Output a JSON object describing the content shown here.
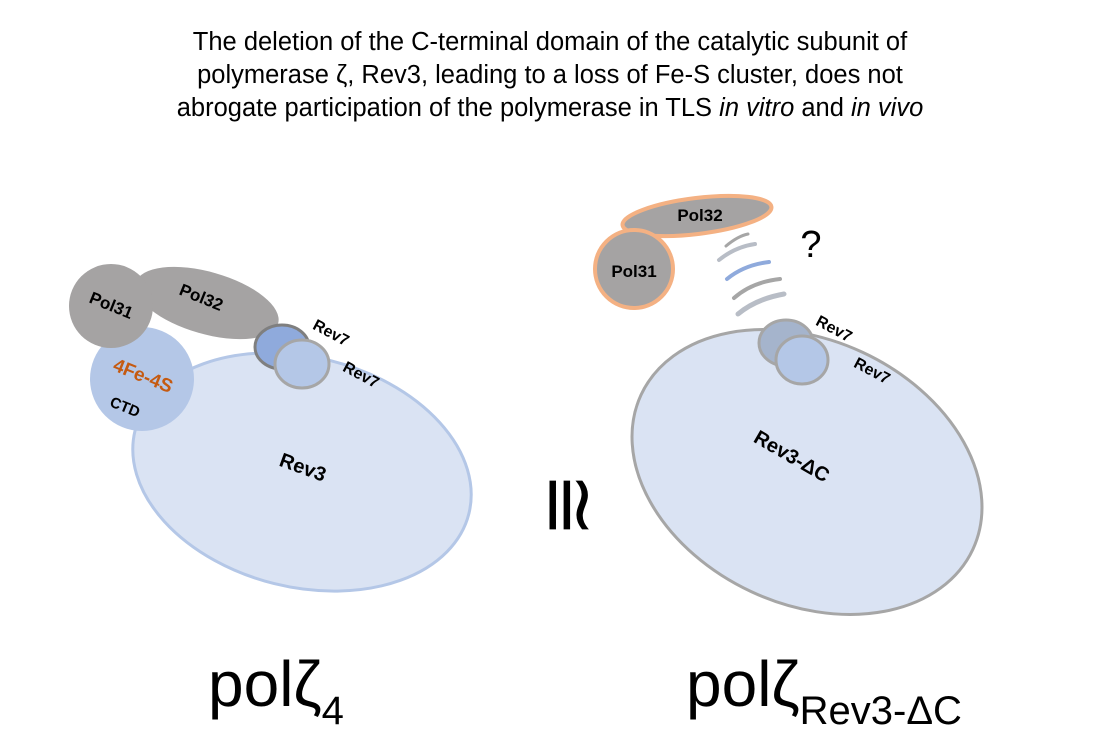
{
  "title": {
    "line1": "The deletion of the C-terminal domain of the catalytic subunit of",
    "line2": "polymerase ζ, Rev3, leading to a loss of Fe-S cluster, does not",
    "line3_prefix": "abrogate participation of the polymerase in TLS ",
    "line3_italic1": "in vitro",
    "line3_mid": " and ",
    "line3_italic2": "in vivo"
  },
  "left_complex": {
    "pol31": "Pol31",
    "pol32": "Pol32",
    "fe_s": "4Fe-4S",
    "ctd": "CTD",
    "rev7_a": "Rev7",
    "rev7_b": "Rev7",
    "rev3": "Rev3",
    "caption_main": "polζ",
    "caption_sub": "4"
  },
  "relation_symbol": "≅",
  "right_complex": {
    "pol31": "Pol31",
    "pol32": "Pol32",
    "question": "?",
    "rev7_a": "Rev7",
    "rev7_b": "Rev7",
    "rev3": "Rev3-ΔC",
    "caption_main": "polζ",
    "caption_sub": "Rev3-ΔC"
  },
  "colors": {
    "rev3_fill": "#dae3f3",
    "rev3_left_stroke": "#b4c7e7",
    "rev3_right_stroke": "#a6a6a6",
    "ctd_fill": "#b4c7e7",
    "fe_s_text": "#c55a11",
    "gray_subunit": "#a5a3a3",
    "rev7_back": "#8faadc",
    "rev7_front": "#b4c7e7",
    "peach_outline": "#f4b183"
  }
}
